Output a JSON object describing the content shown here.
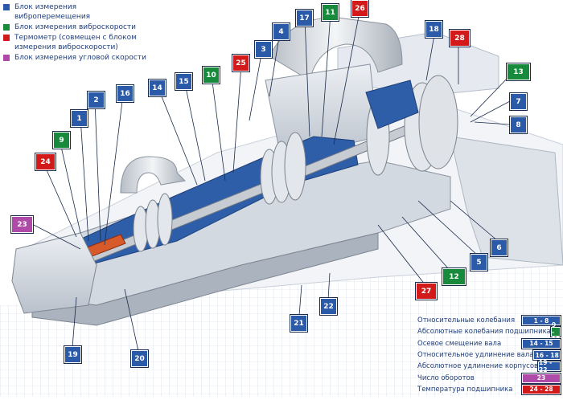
{
  "legend": [
    {
      "label": "Блок измерения виброперемещения",
      "color": "#2a5aa8"
    },
    {
      "label": "Блок измерения виброскорости",
      "color": "#178a3b"
    },
    {
      "label": "Термометр (совмещен с блоком измерения виброскорости)",
      "color": "#d21a1a"
    },
    {
      "label": "Блок измерения угловой скорости",
      "color": "#b04aa8"
    }
  ],
  "callouts": [
    "1",
    "2",
    "3",
    "4",
    "5",
    "6",
    "7",
    "8",
    "9",
    "10",
    "11",
    "12",
    "13",
    "14",
    "15",
    "16",
    "17",
    "18",
    "19",
    "20",
    "21",
    "22",
    "23",
    "24",
    "25",
    "26",
    "27",
    "28"
  ],
  "summary": [
    {
      "label": "Относительные колебания",
      "code": "1 - 8",
      "color": "#2a5aa8"
    },
    {
      "label": "Абсолютные колебания подшипника",
      "code": "9 - 13",
      "color": "#178a3b"
    },
    {
      "label": "Осевое смещение вала",
      "code": "14 - 15",
      "color": "#2a5aa8"
    },
    {
      "label": "Относительное удлинение вала",
      "code": "16 - 18",
      "color": "#2a5aa8"
    },
    {
      "label": "Абсолютное удлинение корпусов",
      "code": "19 - 22",
      "color": "#2a5aa8"
    },
    {
      "label": "Число оборотов",
      "code": "23",
      "color": "#b04aa8"
    },
    {
      "label": "Температура подшипника",
      "code": "24 - 28",
      "color": "#d21a1a"
    }
  ]
}
